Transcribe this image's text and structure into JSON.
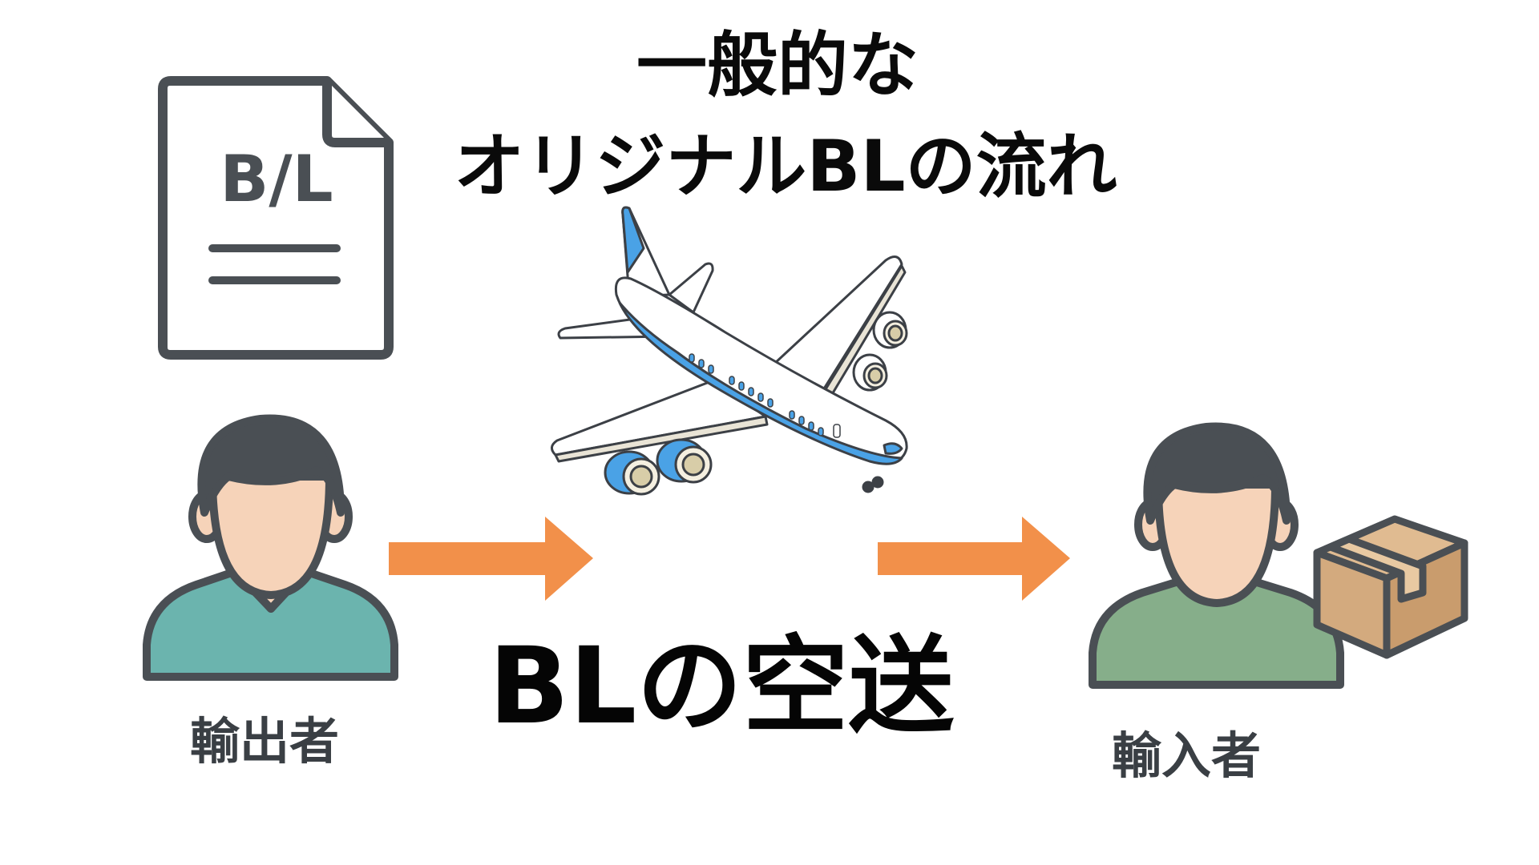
{
  "title": {
    "line1": "一般的な",
    "line2": "オリジナルBLの流れ"
  },
  "document_icon": {
    "label": "B/L",
    "icon": "bl-document-icon"
  },
  "exporter": {
    "label": "輸出者",
    "icon": "person-icon",
    "shirt_color": "#6bb4ae"
  },
  "importer": {
    "label": "輸入者",
    "icon": "person-icon",
    "shirt_color": "#86ae8a"
  },
  "center_label": "BLの空送",
  "airplane": {
    "icon": "airplane-icon"
  },
  "box": {
    "icon": "cardboard-box-icon",
    "color": "#d3aa7e"
  },
  "arrow_color": "#f2904a",
  "outline_color": "#4a4f54",
  "skin_color": "#f6d3b9"
}
